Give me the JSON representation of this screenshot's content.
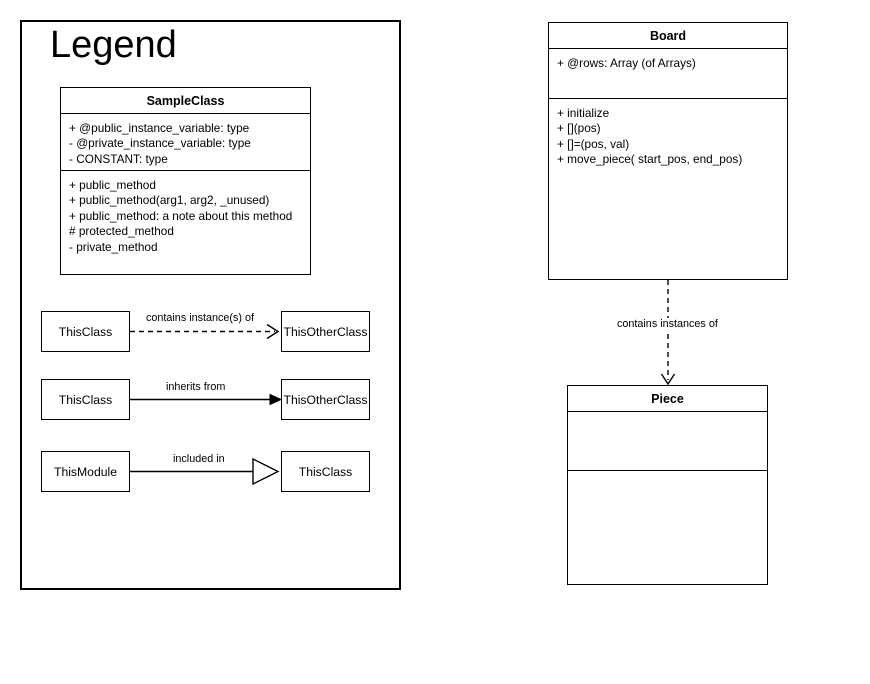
{
  "diagram": {
    "title": "Legend",
    "legend_class": {
      "name": "SampleClass",
      "attributes": [
        "+ @public_instance_variable: type",
        "- @private_instance_variable: type",
        "- CONSTANT: type"
      ],
      "methods": [
        "+ public_method",
        "+ public_method(arg1, arg2, _unused)",
        "+ public_method: a note about this method",
        "# protected_method",
        "- private_method"
      ]
    },
    "relations": [
      {
        "source": "ThisClass",
        "target": "ThisOtherClass",
        "label": "contains instance(s) of",
        "line_style": "dashed",
        "arrow_style": "open-arrow"
      },
      {
        "source": "ThisClass",
        "target": "ThisOtherClass",
        "label": "inherits from",
        "line_style": "solid",
        "arrow_style": "filled-arrow"
      },
      {
        "source": "ThisModule",
        "target": "ThisClass",
        "label": "included in",
        "line_style": "solid",
        "arrow_style": "hollow-triangle"
      }
    ],
    "model": {
      "board": {
        "name": "Board",
        "attributes": [
          "+ @rows: Array (of Arrays)"
        ],
        "methods": [
          "+ initialize",
          "+ [](pos)",
          "+ []=(pos, val)",
          "+ move_piece( start_pos, end_pos)"
        ]
      },
      "piece": {
        "name": "Piece",
        "attributes": [],
        "methods": []
      },
      "association": {
        "label": "contains instances of",
        "line_style": "dashed",
        "arrow_style": "open-arrow",
        "from": "Board",
        "to": "Piece"
      }
    },
    "colors": {
      "stroke": "#000000",
      "fill": "#ffffff",
      "text": "#000000"
    }
  }
}
